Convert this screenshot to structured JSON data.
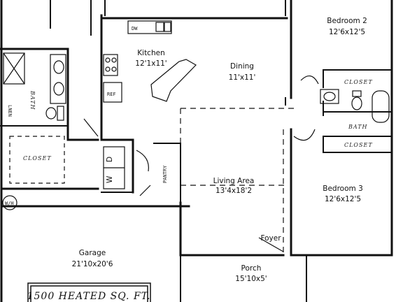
{
  "plan": {
    "rooms": {
      "bedroom2": {
        "name": "Bedroom 2",
        "size": "12'6x12'5"
      },
      "kitchen": {
        "name": "Kitchen",
        "size": "12'1x11'"
      },
      "dining": {
        "name": "Dining",
        "size": "11'x11'"
      },
      "living": {
        "name": "Living Area",
        "size": "13'4x18'2"
      },
      "bedroom3": {
        "name": "Bedroom 3",
        "size": "12'6x12'5"
      },
      "garage": {
        "name": "Garage",
        "size": "21'10x20'6"
      },
      "porch": {
        "name": "Porch",
        "size": "15'10x5'"
      },
      "foyer": {
        "name": "Foyer"
      }
    },
    "fixtures": {
      "dw": "DW",
      "ref": "REF",
      "bath_left": "BATH",
      "linen": "LNEN",
      "closet_left": "CLOSET",
      "washer": "W",
      "dryer": "D",
      "pantry": "PANTRY",
      "wh": "W/H",
      "closet_b2": "CLOSET",
      "bath_right": "BATH",
      "closet_b3": "CLOSET"
    },
    "banner": "1500 HEATED SQ. FT."
  }
}
